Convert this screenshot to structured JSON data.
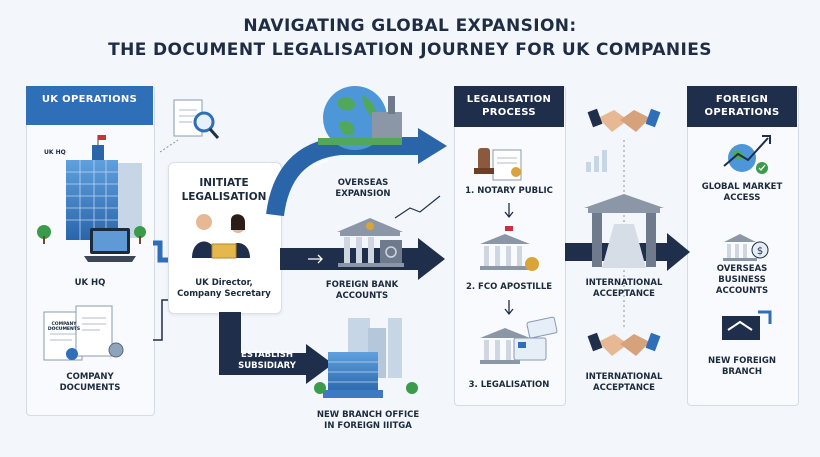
{
  "title": {
    "line1": "NAVIGATING GLOBAL EXPANSION:",
    "line2": "THE DOCUMENT LEGALISATION JOURNEY FOR UK COMPANIES"
  },
  "uk_operations": {
    "header": "UK OPERATIONS",
    "hq_small_label": "UK HQ",
    "hq_label": "UK HQ",
    "documents_label": "COMPANY DOCUMENTS",
    "certificate_text": "COMPANY DOCUMENTS"
  },
  "initiate": {
    "title": "INITIATE LEGALISATION",
    "people_label": "UK Director, Company Secretary"
  },
  "paths": {
    "overseas_expansion": "OVERSEAS EXPANSION",
    "foreign_bank_accounts": "FOREIGN BANK ACCOUNTS",
    "establish_subsidiary": "ESTABLISH SUBSIDIARY",
    "new_branch_office": "NEW BRANCH OFFICE IN FOREIGN IIITGA"
  },
  "legalisation_process": {
    "header": "LEGALISATION PROCESS",
    "steps": [
      "1. NOTARY PUBLIC",
      "2. FCO APOSTILLE",
      "3. LEGALISATION"
    ]
  },
  "international": {
    "acceptance_1": "INTERNATIONAL ACCEPTANCE",
    "acceptance_2": "INTERNATIONAL ACCEPTANCE"
  },
  "foreign_operations": {
    "header": "FOREIGN OPERATIONS",
    "items": [
      "GLOBAL MARKET ACCESS",
      "OVERSEAS BUSINESS ACCOUNTS",
      "NEW FOREIGN BRANCH"
    ]
  },
  "colors": {
    "navy": "#1f2e4a",
    "blue": "#2f6fb8",
    "light_blue": "#8fb6de",
    "gold": "#d9a43a",
    "green": "#3a9b4a"
  },
  "icons": [
    "magnifier-document-icon",
    "globe-factory-icon",
    "bank-icon",
    "handshake-icon",
    "gate-icon",
    "growth-chart-icon",
    "money-bank-icon",
    "branch-handshake-icon",
    "notary-stamp-icon",
    "apostille-building-icon",
    "legalisation-building-icon",
    "certificate-icon",
    "hq-building-icon",
    "laptop-icon",
    "people-icon",
    "city-icon"
  ]
}
